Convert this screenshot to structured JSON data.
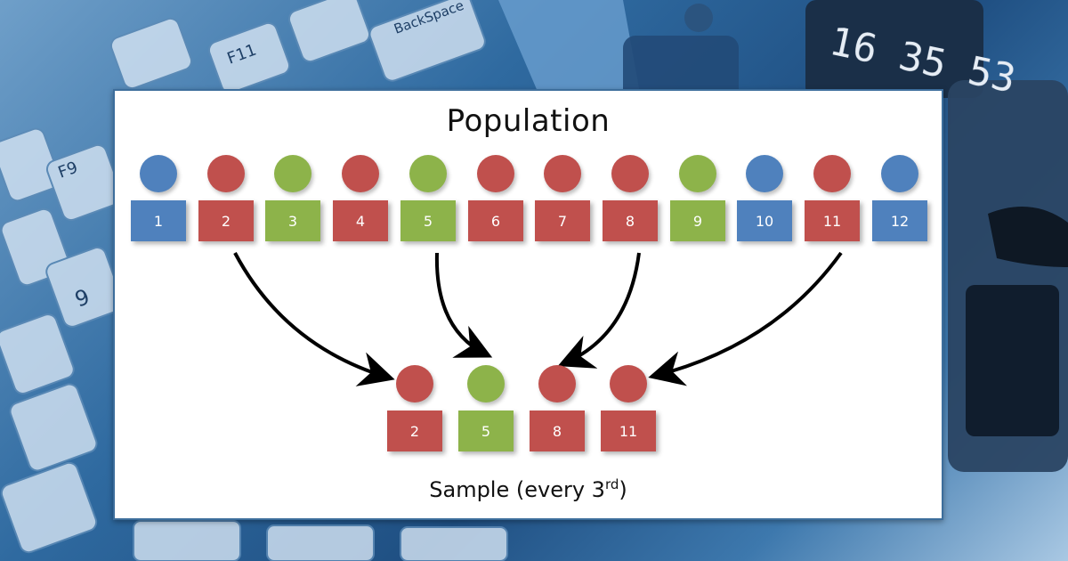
{
  "title": "Population",
  "caption": {
    "prefix": "Sample (every 3",
    "superscript": "rd",
    "suffix": ")"
  },
  "colors": {
    "red": "#c0504d",
    "green": "#8db34a",
    "blue": "#4f81bd"
  },
  "population": [
    {
      "label": "1",
      "color": "blue"
    },
    {
      "label": "2",
      "color": "red"
    },
    {
      "label": "3",
      "color": "green"
    },
    {
      "label": "4",
      "color": "red"
    },
    {
      "label": "5",
      "color": "green"
    },
    {
      "label": "6",
      "color": "red"
    },
    {
      "label": "7",
      "color": "red"
    },
    {
      "label": "8",
      "color": "red"
    },
    {
      "label": "9",
      "color": "green"
    },
    {
      "label": "10",
      "color": "blue"
    },
    {
      "label": "11",
      "color": "red"
    },
    {
      "label": "12",
      "color": "blue"
    }
  ],
  "sample": [
    {
      "label": "2",
      "color": "red",
      "from": "2"
    },
    {
      "label": "5",
      "color": "green",
      "from": "5"
    },
    {
      "label": "8",
      "color": "red",
      "from": "8"
    },
    {
      "label": "11",
      "color": "red",
      "from": "11"
    }
  ],
  "background_clock": "16 35 53",
  "background_keys": [
    "F9",
    "F11",
    "BackSpace",
    "9"
  ]
}
